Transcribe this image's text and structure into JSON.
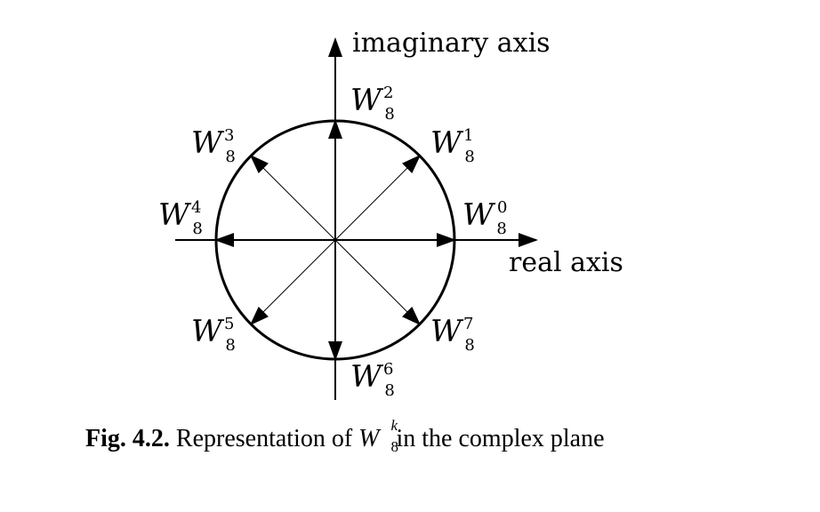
{
  "figure": {
    "x_axis_label": "real axis",
    "y_axis_label": "imaginary axis",
    "roots": [
      {
        "base": "W",
        "sub": "8",
        "sup": "0"
      },
      {
        "base": "W",
        "sub": "8",
        "sup": "1"
      },
      {
        "base": "W",
        "sub": "8",
        "sup": "2"
      },
      {
        "base": "W",
        "sub": "8",
        "sup": "3"
      },
      {
        "base": "W",
        "sub": "8",
        "sup": "4"
      },
      {
        "base": "W",
        "sub": "8",
        "sup": "5"
      },
      {
        "base": "W",
        "sub": "8",
        "sup": "6"
      },
      {
        "base": "W",
        "sub": "8",
        "sup": "7"
      }
    ]
  },
  "caption": {
    "label": "Fig. 4.2.",
    "text_before": "Representation of",
    "math_base": "W",
    "math_sup": "k",
    "math_sub": "8",
    "text_after": "in the complex plane"
  }
}
